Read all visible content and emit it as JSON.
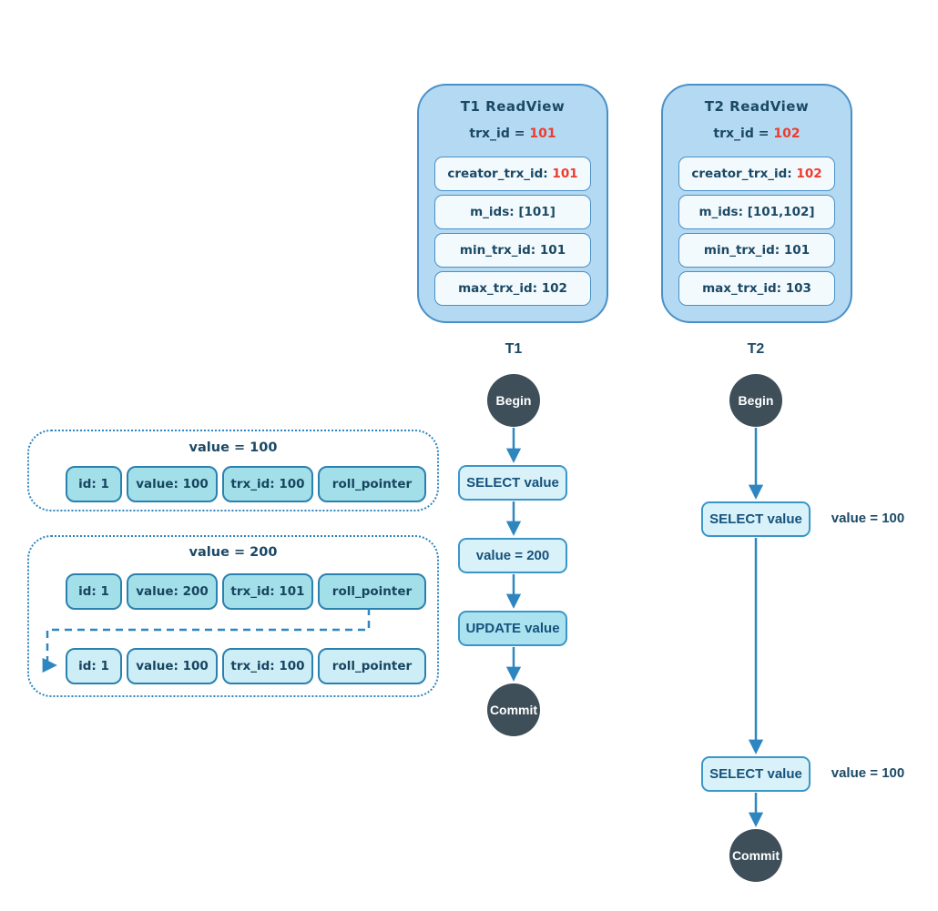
{
  "colors": {
    "accent_blue": "#2e86c1",
    "panel_fill": "#b4d9f2",
    "panel_border": "#4a90c8",
    "panel_row_fill": "#f3fafd",
    "flow_box_fill": "#d9f2f9",
    "flow_update_fill": "#abe2ef",
    "node_circle_fill": "#3e4f5a",
    "cell_fill_dark": "#a3dfe9",
    "cell_fill_light": "#cdeef7",
    "text_navy": "#1b4965",
    "highlight_red": "#ee3b2e"
  },
  "readviews": [
    {
      "title": "T1 ReadView",
      "trx_label": "trx_id = ",
      "trx_value": "101",
      "rows": [
        {
          "label": "creator_trx_id: ",
          "value": "101"
        },
        {
          "label": "m_ids: [101]",
          "value": ""
        },
        {
          "label": "min_trx_id: 101",
          "value": ""
        },
        {
          "label": "max_trx_id: 102",
          "value": ""
        }
      ]
    },
    {
      "title": "T2 ReadView",
      "trx_label": "trx_id = ",
      "trx_value": "102",
      "rows": [
        {
          "label": "creator_trx_id: ",
          "value": "102"
        },
        {
          "label": "m_ids: [101,102]",
          "value": ""
        },
        {
          "label": "min_trx_id: 101",
          "value": ""
        },
        {
          "label": "max_trx_id: 103",
          "value": ""
        }
      ]
    }
  ],
  "flows": {
    "t1": {
      "label": "T1",
      "begin": "Begin",
      "step1": "SELECT value",
      "step2": "value = 200",
      "step3": "UPDATE value",
      "commit": "Commit"
    },
    "t2": {
      "label": "T2",
      "begin": "Begin",
      "step1": "SELECT value",
      "step1_note": "value = 100",
      "step2": "SELECT value",
      "step2_note": "value = 100",
      "commit": "Commit"
    }
  },
  "version_chains": [
    {
      "title": "value = 100",
      "rows": [
        {
          "cells": [
            "id: 1",
            "value: 100",
            "trx_id: 100",
            "roll_pointer"
          ]
        }
      ]
    },
    {
      "title": "value = 200",
      "rows": [
        {
          "cells": [
            "id: 1",
            "value: 200",
            "trx_id: 101",
            "roll_pointer"
          ]
        },
        {
          "cells": [
            "id: 1",
            "value: 100",
            "trx_id: 100",
            "roll_pointer"
          ]
        }
      ]
    }
  ]
}
